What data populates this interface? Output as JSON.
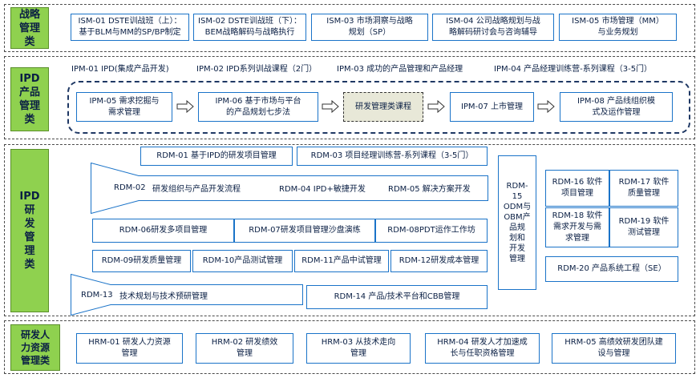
{
  "strategy": {
    "label": "战略\n管理\n类",
    "items": [
      "ISM-01 DSTE训战班（上）：\n基于BLM与MM的SP/BP制定",
      "ISM-02 DSTE训战班（下）：\nBEM战略解码与战略执行",
      "ISM-03 市场洞察与战略\n规划（SP）",
      "ISM-04 公司战略规划与战\n略解码研讨会与咨询辅导",
      "ISM-05 市场管理（MM）\n与业务规划"
    ]
  },
  "ipd_product": {
    "label": "IPD\n产品\n管理\n类",
    "top_items": [
      "IPM-01 IPD(集成产品开发)",
      "IPM-02 IPD系列训战课程（2门）",
      "IPM-03 成功的产品管理和产品经理",
      "IPM-04 产品经理训练营-系列课程（3-5门）"
    ],
    "flow_items": [
      "IPM-05 需求挖掘与\n需求管理",
      "IPM-06 基于市场与平台\n的产品规划七步法",
      "研发管理类课程",
      "IPM-07 上市管理",
      "IPM-08 产品线组织模\n式及运作管理"
    ]
  },
  "rd": {
    "label": "IPD\n研\n发\n管\n理\n类",
    "rdm01": "RDM-01 基于IPD的研发项目管理",
    "rdm03": "RDM-03 项目经理训练营-系列课程（3-5门）",
    "rdm_row2": [
      "RDM-02",
      "研发组织与产品开发流程",
      "RDM-04 IPD+敏捷开发",
      "RDM-05 解决方案开发"
    ],
    "rdm06": "RDM-06研发多项目管理",
    "rdm07": "RDM-07研发项目管理沙盘演练",
    "rdm08": "RDM-08PDT运作工作坊",
    "rdm09": "RDM-09研发质量管理",
    "rdm10": "RDM-10产品测试管理",
    "rdm11": "RDM-11产品中试管理",
    "rdm12": "RDM-12研发成本管理",
    "rdm13": [
      "RDM-13",
      "技术规划与技术预研管理"
    ],
    "rdm14": "RDM-14 产品/技术平台和CBB管理",
    "rdm15": "RDM-\n15\nODM与\nOBM产\n品规\n划和\n开发\n管理",
    "rdm16": "RDM-16 软件\n项目管理",
    "rdm17": "RDM-17 软件\n质量管理",
    "rdm18": "RDM-18 软件\n需求开发与需\n求管理",
    "rdm19": "RDM-19 软件\n测试管理",
    "rdm20": "RDM-20 产品系统工程（SE）"
  },
  "hr": {
    "label": "研发人\n力资源\n管理类",
    "items": [
      "HRM-01 研发人力资源\n管理",
      "HRM-02 研发绩效\n管理",
      "HRM-03 从技术走向\n管理",
      "HRM-04 研发人才加速成\n长与任职资格管理",
      "HRM-05 高绩效研发团队建\n设与管理"
    ]
  },
  "colors": {
    "accent_green": "#8fd14f",
    "box_border": "#1a73c8",
    "text": "#0a1f44",
    "highlight_fill": "#e8e8d8"
  },
  "icons": {
    "flow_arrow": "hollow-right-arrow-icon"
  }
}
